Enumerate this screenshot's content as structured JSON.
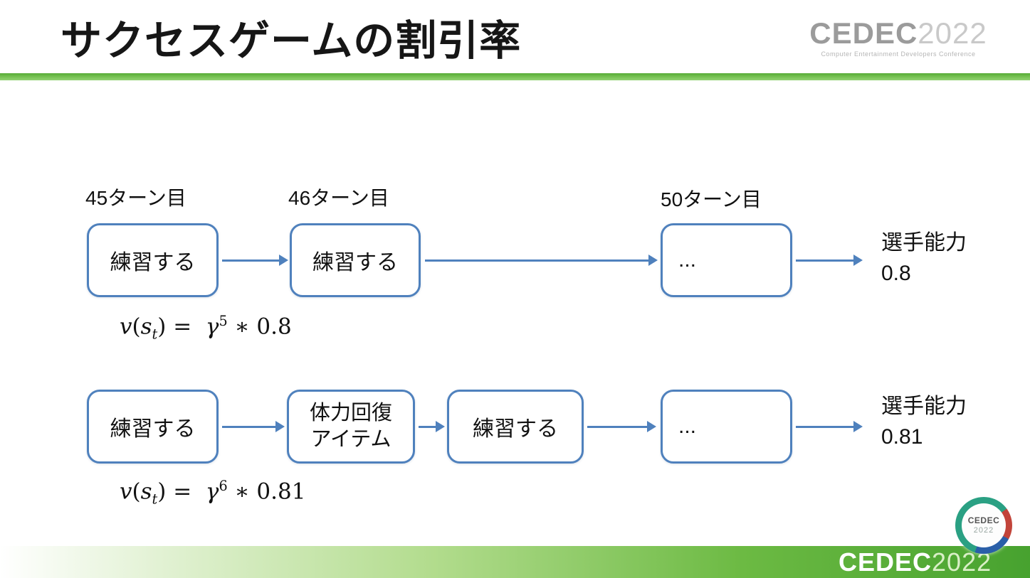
{
  "slide": {
    "title": "サクセスゲームの割引率"
  },
  "header_logo": {
    "brand": "CEDEC",
    "year": "2022",
    "tagline": "Computer Entertainment Developers Conference"
  },
  "footer_logo": {
    "brand": "CEDEC",
    "year": "2022"
  },
  "badge": {
    "brand": "CEDEC",
    "year": "2022"
  },
  "diagram": {
    "turn_labels": [
      "45ターン目",
      "46ターン目",
      "50ターン目"
    ],
    "row1": {
      "box1": "練習する",
      "box2": "練習する",
      "box3": "...",
      "result_label": "選手能力",
      "result_value": "0.8",
      "formula": {
        "v": "v",
        "open": "(",
        "s": "s",
        "sub": "t",
        "mid": ") =  ",
        "gamma": "γ",
        "sup": "5",
        "tail": " ∗ 0.8"
      }
    },
    "row2": {
      "box1": "練習する",
      "box2_line1": "体力回復",
      "box2_line2": "アイテム",
      "box3": "練習する",
      "box4": "...",
      "result_label": "選手能力",
      "result_value": "0.81",
      "formula": {
        "v": "v",
        "open": "(",
        "s": "s",
        "sub": "t",
        "mid": ") =  ",
        "gamma": "γ",
        "sup": "6",
        "tail": " ∗ 0.81"
      }
    }
  }
}
